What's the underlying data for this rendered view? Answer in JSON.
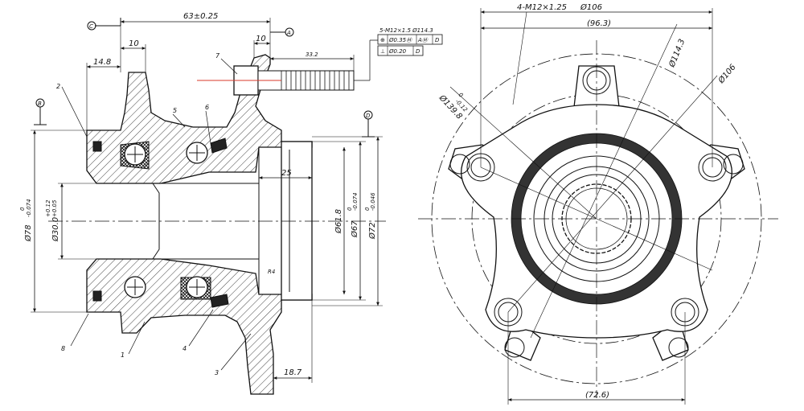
{
  "colors": {
    "ink": "#111111",
    "background": "#ffffff",
    "axis_red": "#d93a2b"
  },
  "datum_labels": {
    "c": "C",
    "a": "A",
    "b": "B",
    "d": "D"
  },
  "side_view": {
    "dims": {
      "overall_width": "63±0.25",
      "flange_thickness_top": "10",
      "flange_pilot_width": "10",
      "stub_width": "14.8",
      "stud_length": "33.2",
      "bore_length": "25",
      "flange_to_face": "18.7"
    },
    "diameters": {
      "outer_bearing": "Ø78",
      "outer_bearing_tol_upper": "0",
      "outer_bearing_tol_lower": "-0.074",
      "bore_spline": "Ø30.0",
      "bore_spline_tol_upper": "+0.12",
      "bore_spline_tol_lower": "+0.05",
      "pilot_inner": "Ø61.8",
      "pilot_mid": "Ø67",
      "pilot_mid_tol_upper": "0",
      "pilot_mid_tol_lower": "-0.074",
      "pilot_outer": "Ø72",
      "pilot_outer_tol_upper": "0",
      "pilot_outer_tol_lower": "-0.046"
    },
    "part_callouts": [
      "1",
      "2",
      "3",
      "4",
      "5",
      "6",
      "7",
      "8"
    ],
    "roughness_mark": "R4",
    "gdt": {
      "header": "5-M12×1.5  Ø114.3",
      "row1": [
        "⊕",
        "Ø0.35Ⓜ",
        "AⓂ",
        "D"
      ],
      "row2": [
        "⊥",
        "Ø0.20",
        "D"
      ]
    }
  },
  "front_view": {
    "thread_spec": "4-M12×1.25",
    "top_diameter": "Ø106",
    "top_span": "(96.3)",
    "bolt_circle_left": "Ø139.8",
    "bolt_circle_left_tol_upper": "0",
    "bolt_circle_left_tol_lower": "-0.12",
    "stud_circle": "Ø114.3",
    "pattern_right": "Ø106",
    "bottom_span": "(72.6)"
  }
}
